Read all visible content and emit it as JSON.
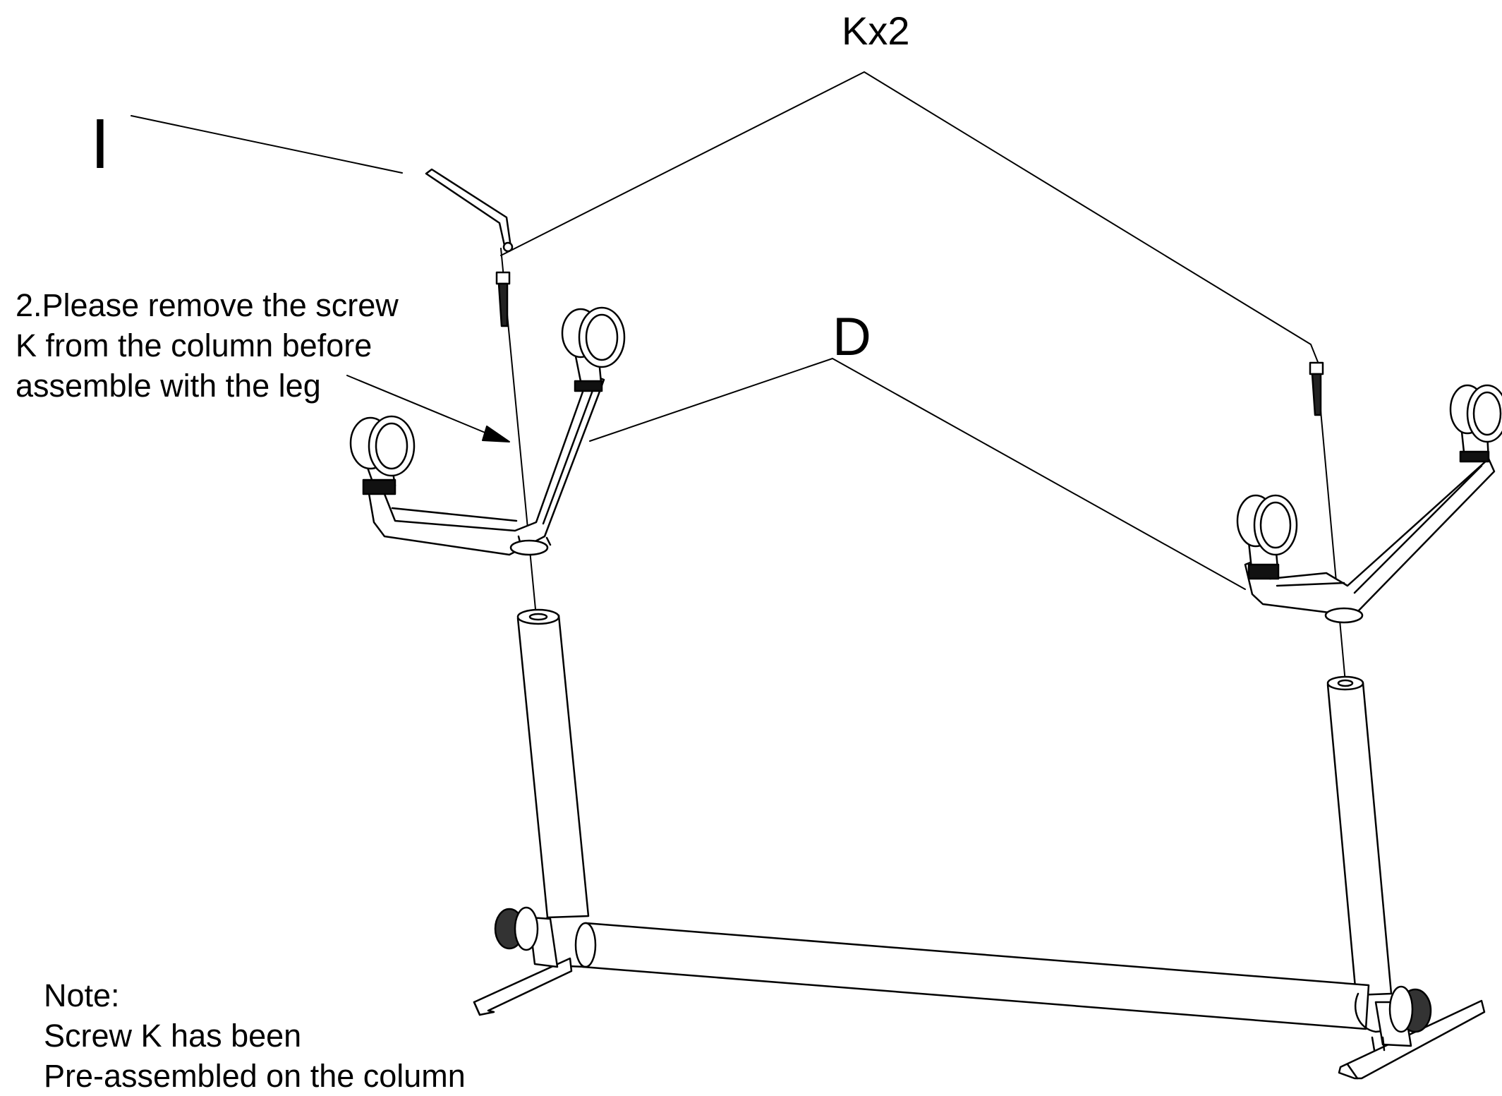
{
  "labels": {
    "screw_callout": "Kx2",
    "tool_callout": "I",
    "leg_callout": "D"
  },
  "instruction": {
    "line1": "2.Please remove the screw",
    "line2": "K from the column before",
    "line3": "assemble with the leg"
  },
  "note": {
    "heading": "Note:",
    "line1": "Screw K has been",
    "line2": "Pre-assembled on the column"
  }
}
